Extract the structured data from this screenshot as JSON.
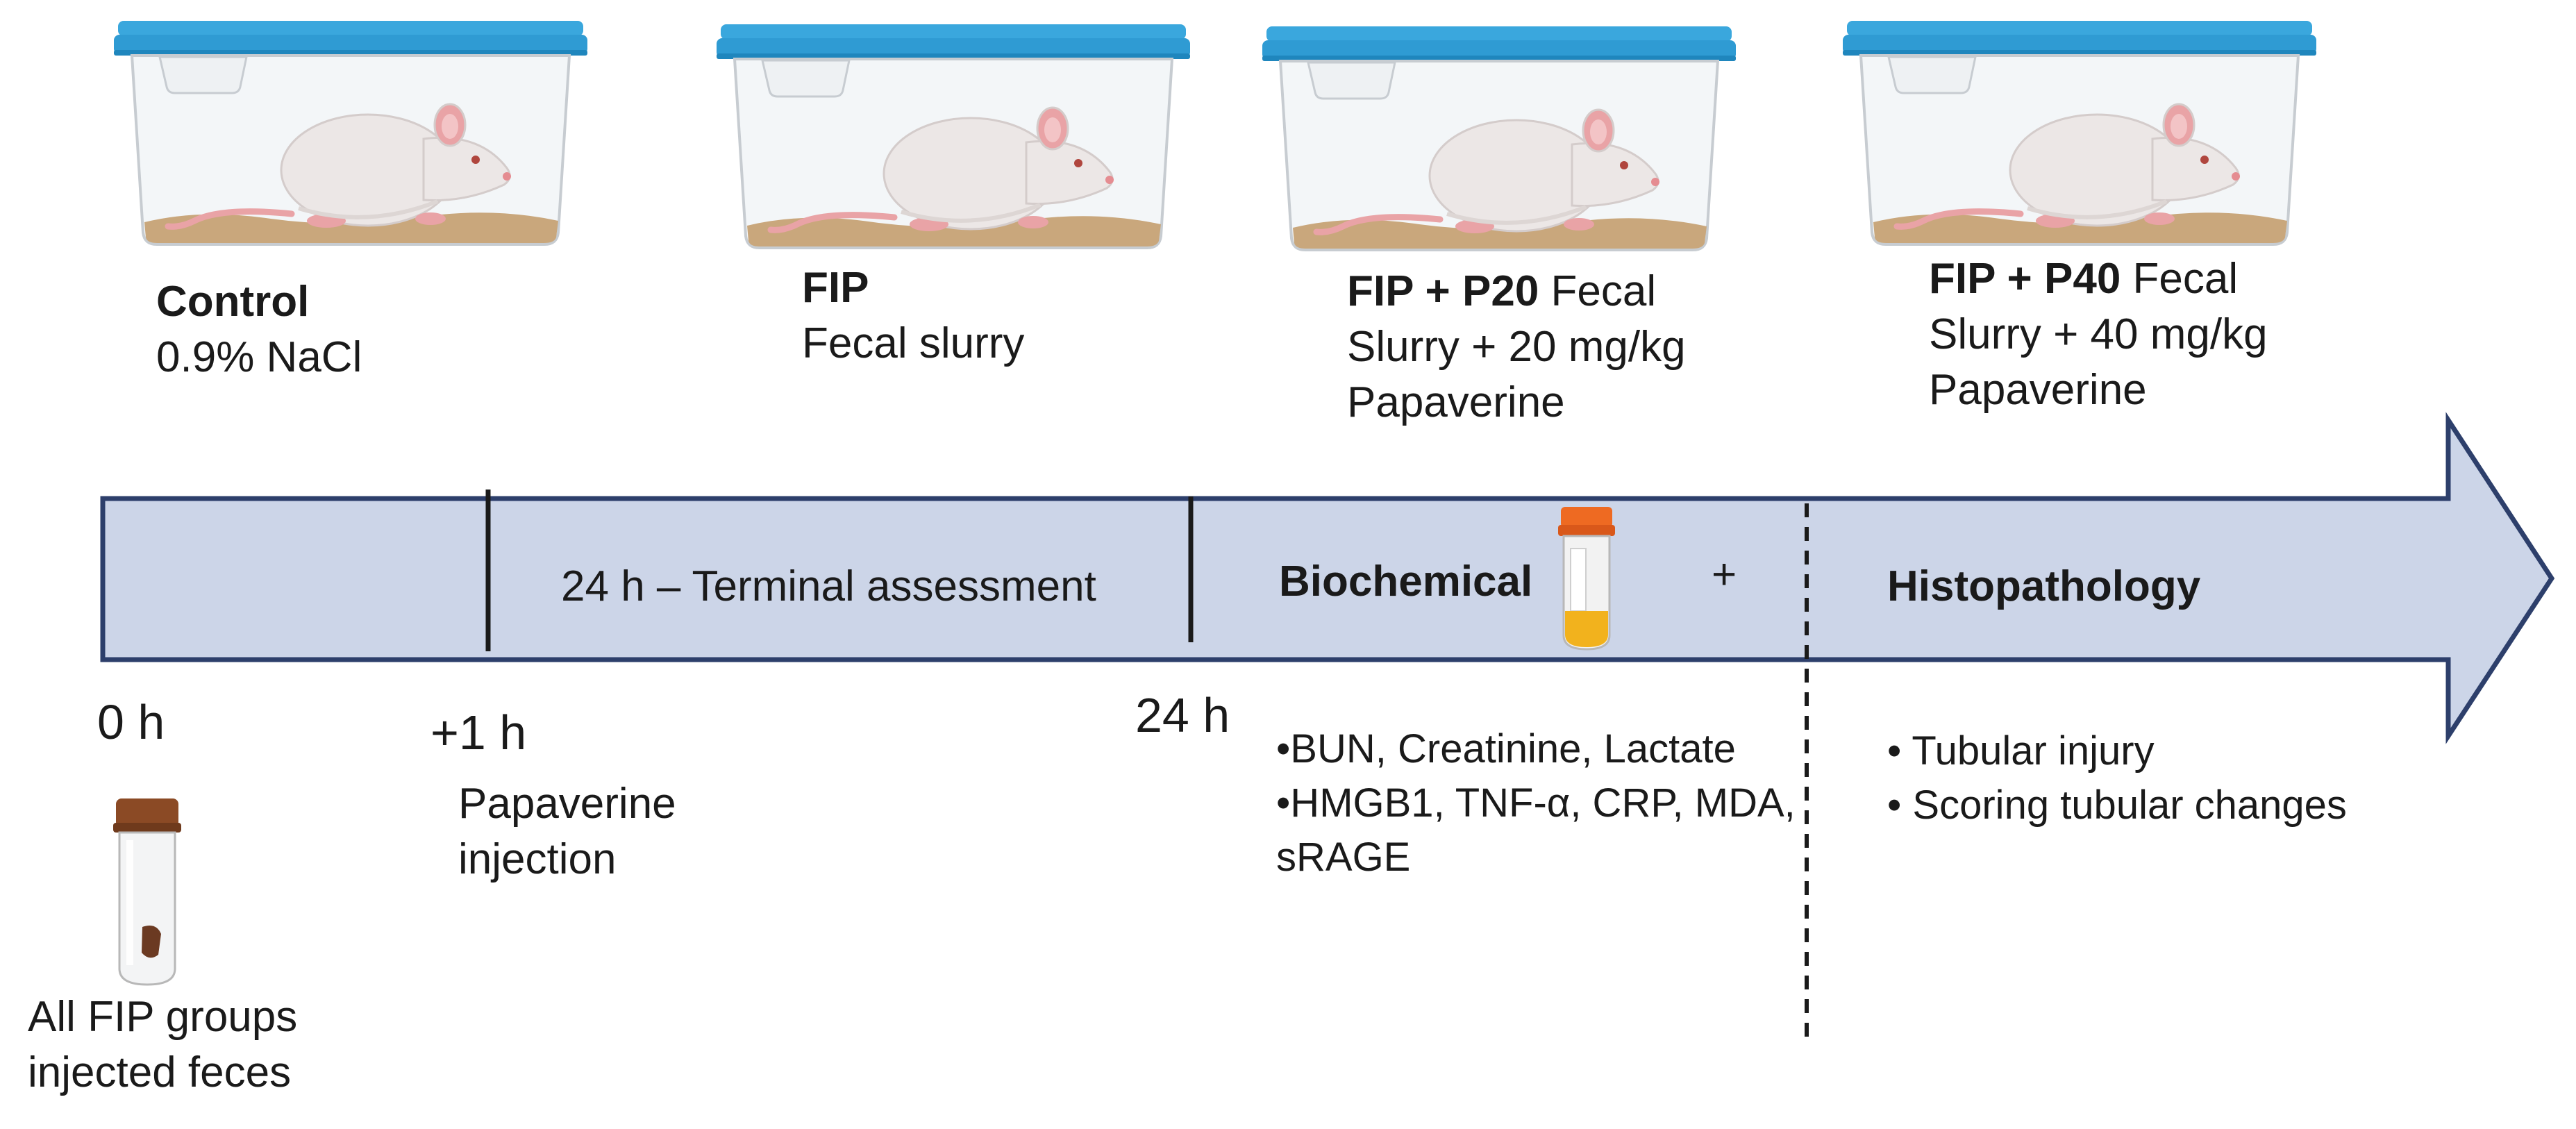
{
  "groups": [
    {
      "bold": "Control",
      "line1_rest": "",
      "line2": "0.9% NaCl",
      "line3": ""
    },
    {
      "bold": "FIP",
      "line1_rest": "",
      "line2": "Fecal slurry",
      "line3": ""
    },
    {
      "bold": "FIP + P20",
      "line1_rest": "Fecal",
      "line2": "Slurry + 20 mg/kg",
      "line3": "Papaverine"
    },
    {
      "bold": "FIP + P40",
      "line1_rest": "Fecal",
      "line2": "Slurry + 40 mg/kg",
      "line3": "Papaverine"
    }
  ],
  "timeline": {
    "assessment_label": "24 h – Terminal assessment",
    "biochemical_label": "Biochemical",
    "plus": "+",
    "histopathology_label": "Histopathology"
  },
  "timepoints": {
    "t0": "0 h",
    "t1": "+1 h",
    "t24": "24 h"
  },
  "events": {
    "t0_line1": "All FIP groups",
    "t0_line2": "injected feces",
    "t1_line1": "Papaverine",
    "t1_line2": "injection"
  },
  "biochemical_items": [
    "•BUN, Creatinine, Lactate",
    "•HMGB1, TNF-α, CRP, MDA,",
    "sRAGE"
  ],
  "histopathology_items": [
    "• Tubular injury",
    "• Scoring tubular changes"
  ],
  "colors": {
    "arrow_fill": "#ccd5e8",
    "arrow_stroke": "#2d3f6b",
    "lid": "#3aa7dd",
    "lid_dark": "#1f86bd",
    "bedding": "#c9a77c",
    "rat_body": "#ece7e6",
    "rat_pink": "#e9a3a6",
    "tube_cap_orange": "#ee6a22",
    "tube_cap_brown": "#8b4a25",
    "tube_liquid": "#f2b21d"
  },
  "icons": [
    "rat-cage-icon",
    "urine-tube-icon",
    "feces-tube-icon"
  ]
}
